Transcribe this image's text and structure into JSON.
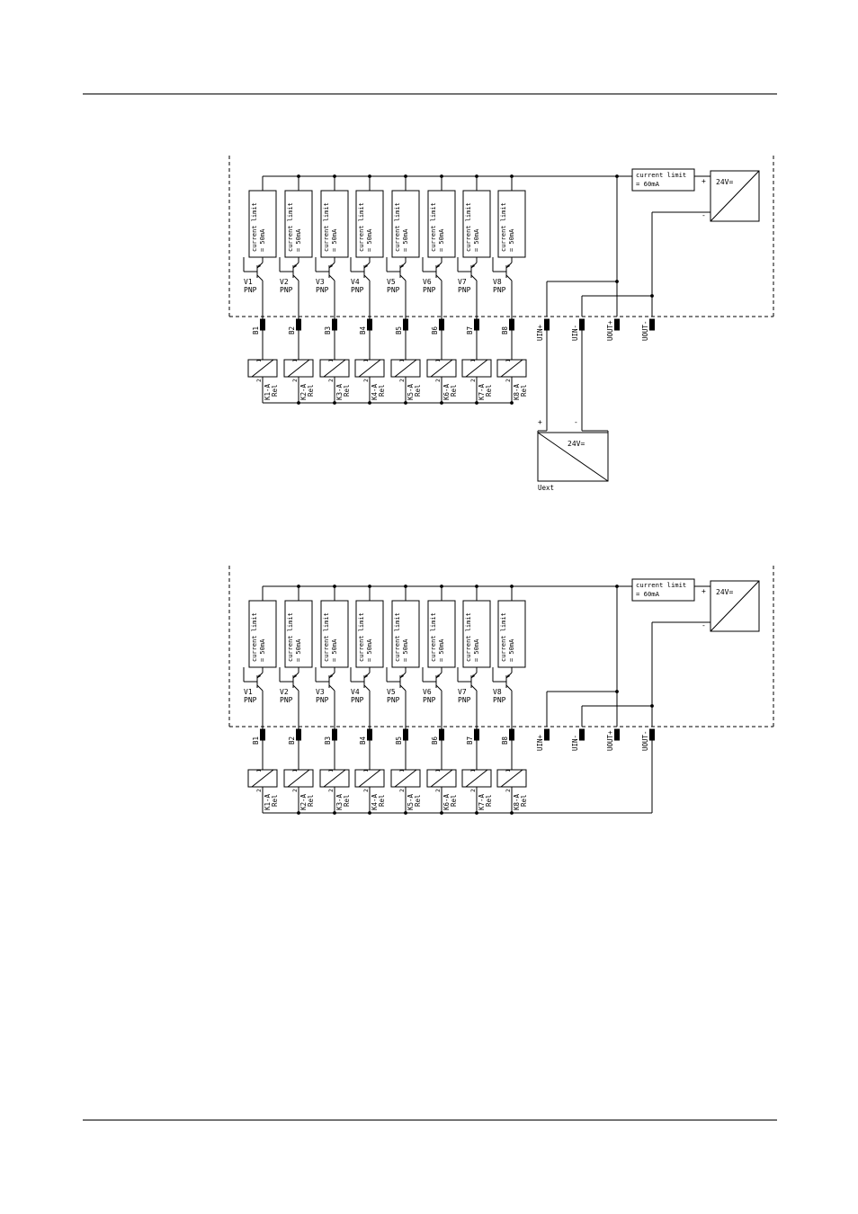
{
  "diagrams": [
    {
      "id": "with-external-supply",
      "transistor_labels": [
        "V1",
        "V2",
        "V3",
        "V4",
        "V5",
        "V6",
        "V7",
        "V8"
      ],
      "transistor_type": "PNP",
      "channel_limit_text": [
        "current limit",
        "= 50mA"
      ],
      "output_terminals": [
        "B1",
        "B2",
        "B3",
        "B4",
        "B5",
        "B6",
        "B7",
        "B8"
      ],
      "relay_labels": [
        "K1-A",
        "K2-A",
        "K3-A",
        "K4-A",
        "K5-A",
        "K6-A",
        "K7-A",
        "K8-A"
      ],
      "relay_type": "Rel",
      "relay_pins": [
        "1",
        "2"
      ],
      "supply_terminals": [
        "UIN+",
        "UIN-",
        "UOUT+",
        "UOUT-"
      ],
      "main_limit_text": [
        "current limit",
        "= 60mA"
      ],
      "internal_supply": {
        "label": "24V=",
        "plus": "+",
        "minus": "-"
      },
      "external_supply": {
        "label": "24V=",
        "name": "Uext",
        "plus": "+",
        "minus": "-"
      }
    },
    {
      "id": "internal-supply",
      "transistor_labels": [
        "V1",
        "V2",
        "V3",
        "V4",
        "V5",
        "V6",
        "V7",
        "V8"
      ],
      "transistor_type": "PNP",
      "channel_limit_text": [
        "current limit",
        "= 50mA"
      ],
      "output_terminals": [
        "B1",
        "B2",
        "B3",
        "B4",
        "B5",
        "B6",
        "B7",
        "B8"
      ],
      "relay_labels": [
        "K1-A",
        "K2-A",
        "K3-A",
        "K4-A",
        "K5-A",
        "K6-A",
        "K7-A",
        "K8-A"
      ],
      "relay_type": "Rel",
      "relay_pins": [
        "1",
        "2"
      ],
      "supply_terminals": [
        "UIN+",
        "UIN-",
        "UOUT+",
        "UOUT-"
      ],
      "main_limit_text": [
        "current limit",
        "= 60mA"
      ],
      "internal_supply": {
        "label": "24V=",
        "plus": "+",
        "minus": "-"
      }
    }
  ]
}
